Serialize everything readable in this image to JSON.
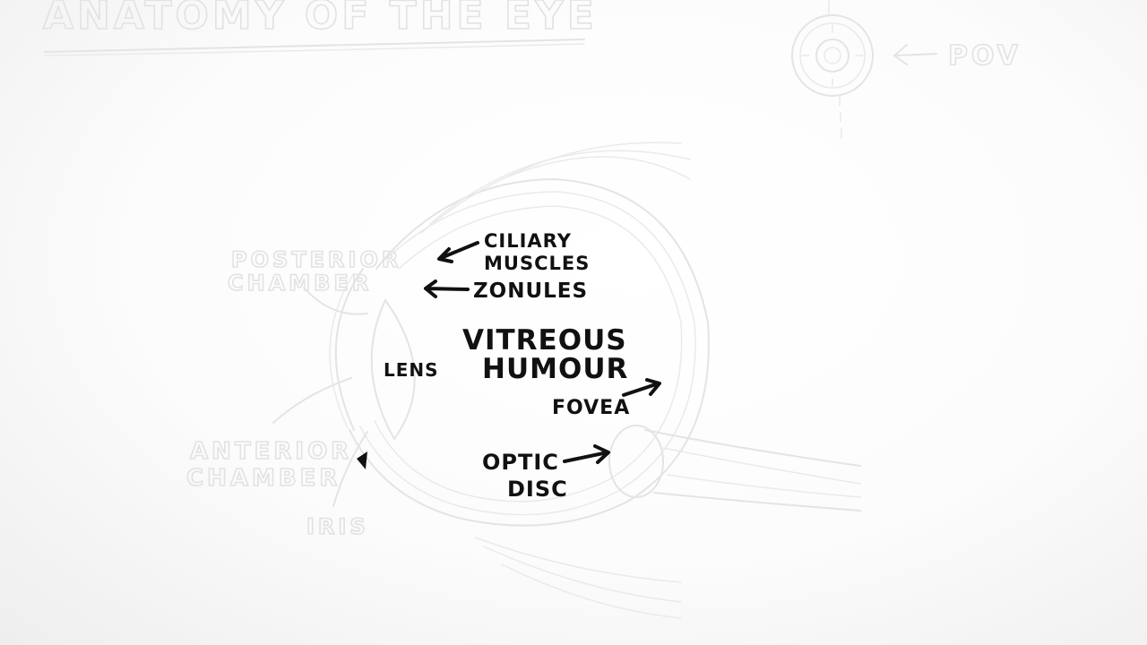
{
  "title": "ANATOMY OF THE EYE",
  "pov_label": "POV",
  "labels": {
    "posterior_chamber": [
      "POSTERIOR",
      "CHAMBER"
    ],
    "anterior_chamber": [
      "ANTERIOR",
      "CHAMBER"
    ],
    "iris": "IRIS",
    "lens": "LENS",
    "ciliary_muscles": [
      "CILIARY",
      "MUSCLES"
    ],
    "zonules": "ZONULES",
    "vitreous_humour": [
      "VITREOUS",
      "HUMOUR"
    ],
    "fovea": "FOVEA",
    "optic_disc": [
      "OPTIC",
      "DISC"
    ]
  }
}
